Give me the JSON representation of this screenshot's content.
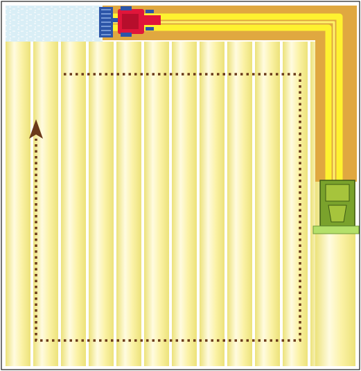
{
  "diagram": {
    "colors": {
      "background": "#ffffff",
      "frame": "#1a1a1a",
      "crop_stripe_light": "#fffbe0",
      "crop_stripe_mid": "#fbf2a6",
      "crop_stripe_dark": "#ece27a",
      "harvested_path": "#e0a840",
      "harvested_edge": "#fef230",
      "stubble_field": "#d9eef6",
      "stubble_speck": "#ffffff",
      "route_dots": "#6b3a1a",
      "tractor_body": "#e0153a",
      "tractor_implement": "#2c55a8",
      "harvester_body": "#7aa22c",
      "harvester_cab": "#a6c43c",
      "harvester_header": "#b4e06a"
    },
    "elements": {
      "harvested_area": "stubble-field",
      "tractor": "tractor-with-tillage-implement",
      "combine": "combine-harvester",
      "route": "dotted-route-with-arrow",
      "direction": "up"
    }
  }
}
